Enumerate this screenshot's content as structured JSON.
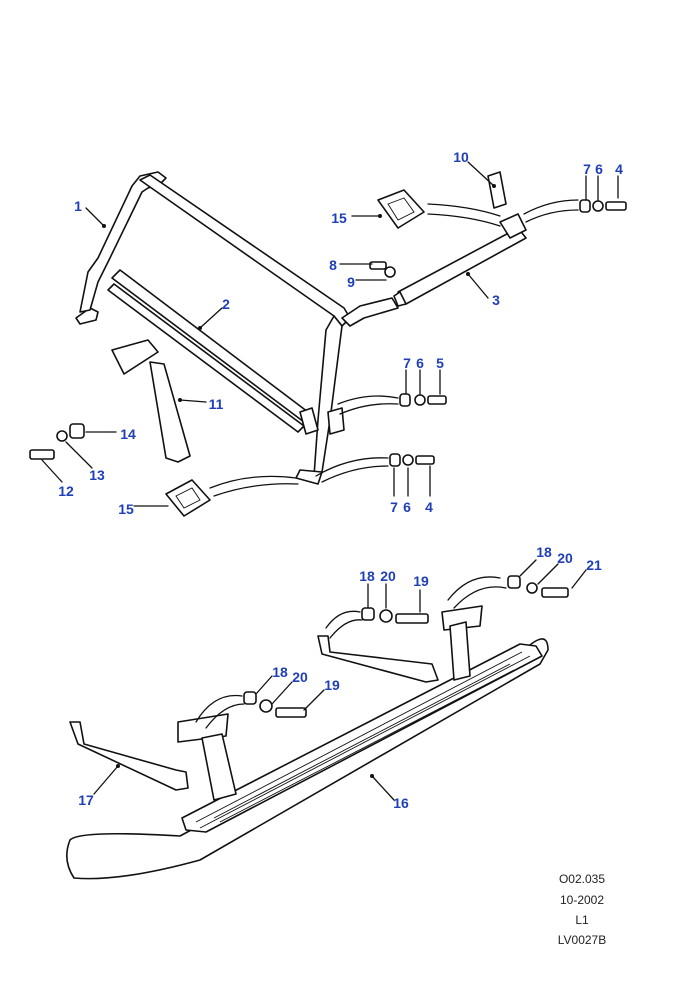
{
  "callouts": [
    {
      "id": "c1",
      "text": "1"
    },
    {
      "id": "c2",
      "text": "2"
    },
    {
      "id": "c3",
      "text": "3"
    },
    {
      "id": "c4a",
      "text": "4"
    },
    {
      "id": "c4b",
      "text": "4"
    },
    {
      "id": "c5",
      "text": "5"
    },
    {
      "id": "c6a",
      "text": "6"
    },
    {
      "id": "c6b",
      "text": "6"
    },
    {
      "id": "c6c",
      "text": "6"
    },
    {
      "id": "c7a",
      "text": "7"
    },
    {
      "id": "c7b",
      "text": "7"
    },
    {
      "id": "c7c",
      "text": "7"
    },
    {
      "id": "c8",
      "text": "8"
    },
    {
      "id": "c9",
      "text": "9"
    },
    {
      "id": "c10",
      "text": "10"
    },
    {
      "id": "c11",
      "text": "11"
    },
    {
      "id": "c12",
      "text": "12"
    },
    {
      "id": "c13",
      "text": "13"
    },
    {
      "id": "c14",
      "text": "14"
    },
    {
      "id": "c15a",
      "text": "15"
    },
    {
      "id": "c15b",
      "text": "15"
    },
    {
      "id": "c16",
      "text": "16"
    },
    {
      "id": "c17",
      "text": "17"
    },
    {
      "id": "c18a",
      "text": "18"
    },
    {
      "id": "c18b",
      "text": "18"
    },
    {
      "id": "c18c",
      "text": "18"
    },
    {
      "id": "c19a",
      "text": "19"
    },
    {
      "id": "c19b",
      "text": "19"
    },
    {
      "id": "c20a",
      "text": "20"
    },
    {
      "id": "c20b",
      "text": "20"
    },
    {
      "id": "c20c",
      "text": "20"
    },
    {
      "id": "c21",
      "text": "21"
    }
  ],
  "meta": {
    "code": "O02.035",
    "date": "10-2002",
    "level": "L1",
    "ref": "LV0027B"
  },
  "colors": {
    "callout": "#1f3fb8",
    "line": "#111111"
  }
}
